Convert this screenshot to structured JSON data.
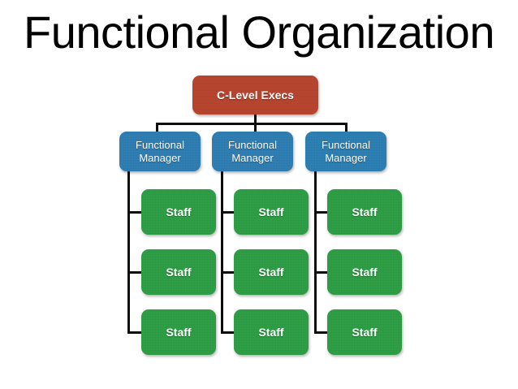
{
  "slide": {
    "title": "Functional Organization",
    "background_color": "#ffffff"
  },
  "palette": {
    "executive": "#b5442f",
    "manager": "#2e7cb0",
    "staff": "#2e9b45",
    "connector": "#0d0d0d",
    "node_text": "#ffffff",
    "title_text": "#000000"
  },
  "chart_data": {
    "type": "diagram",
    "diagram_kind": "org-chart",
    "title": "Functional Organization",
    "levels": [
      "executive",
      "manager",
      "staff"
    ],
    "nodes": {
      "executive": {
        "label": "C-Level Execs",
        "color": "#b5442f"
      },
      "managers": [
        {
          "label": "Functional\nManager",
          "color": "#2e7cb0"
        },
        {
          "label": "Functional\nManager",
          "color": "#2e7cb0"
        },
        {
          "label": "Functional\nManager",
          "color": "#2e7cb0"
        }
      ],
      "staff": [
        [
          {
            "label": "Staff",
            "color": "#2e9b45"
          },
          {
            "label": "Staff",
            "color": "#2e9b45"
          },
          {
            "label": "Staff",
            "color": "#2e9b45"
          }
        ],
        [
          {
            "label": "Staff",
            "color": "#2e9b45"
          },
          {
            "label": "Staff",
            "color": "#2e9b45"
          },
          {
            "label": "Staff",
            "color": "#2e9b45"
          }
        ],
        [
          {
            "label": "Staff",
            "color": "#2e9b45"
          },
          {
            "label": "Staff",
            "color": "#2e9b45"
          },
          {
            "label": "Staff",
            "color": "#2e9b45"
          }
        ]
      ]
    },
    "edges": [
      {
        "from": "executive",
        "to": "manager-1"
      },
      {
        "from": "executive",
        "to": "manager-2"
      },
      {
        "from": "executive",
        "to": "manager-3"
      },
      {
        "from": "manager-1",
        "to": "staff-1-1"
      },
      {
        "from": "manager-1",
        "to": "staff-1-2"
      },
      {
        "from": "manager-1",
        "to": "staff-1-3"
      },
      {
        "from": "manager-2",
        "to": "staff-2-1"
      },
      {
        "from": "manager-2",
        "to": "staff-2-2"
      },
      {
        "from": "manager-2",
        "to": "staff-2-3"
      },
      {
        "from": "manager-3",
        "to": "staff-3-1"
      },
      {
        "from": "manager-3",
        "to": "staff-3-2"
      },
      {
        "from": "manager-3",
        "to": "staff-3-3"
      }
    ],
    "counts": {
      "executives": 1,
      "managers": 3,
      "staff_per_manager": 3,
      "staff_total": 9
    }
  }
}
